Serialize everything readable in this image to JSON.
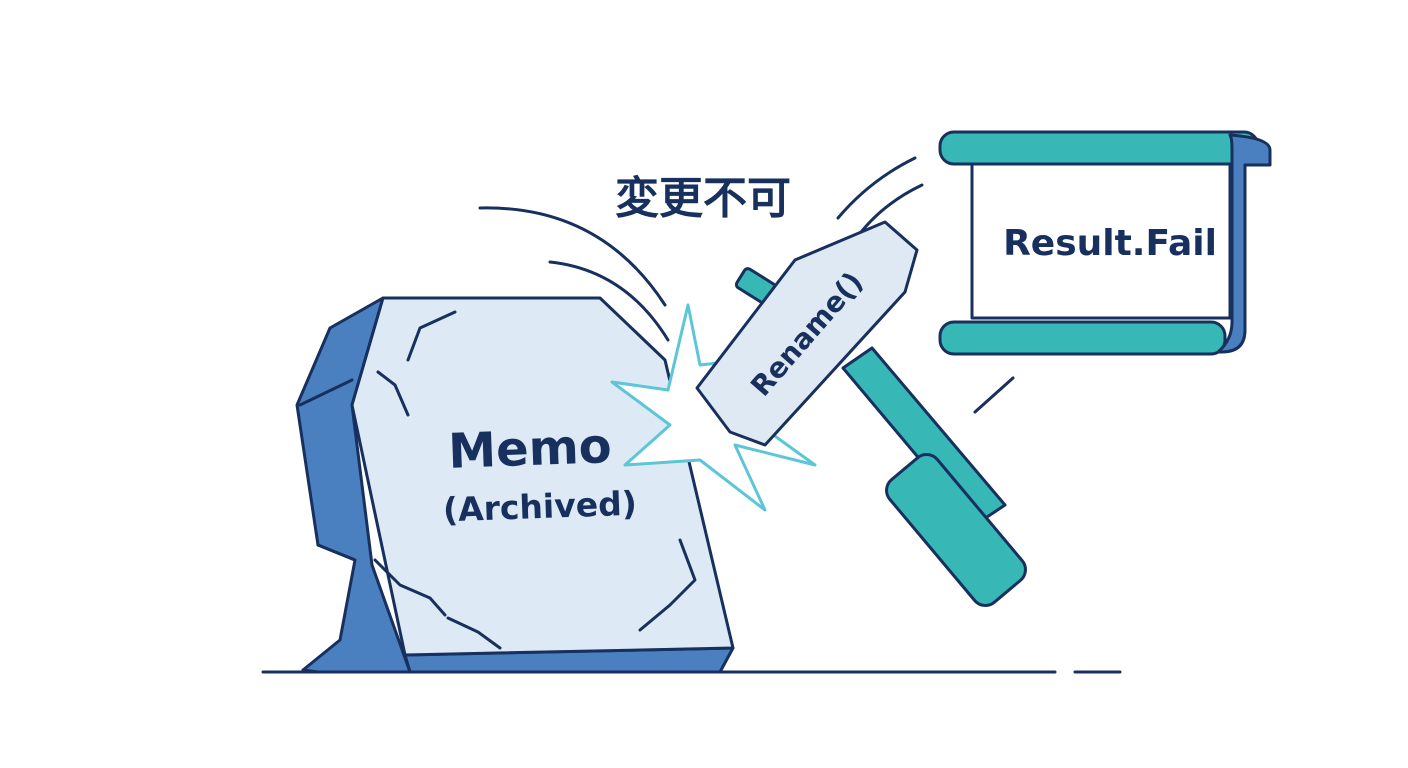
{
  "labels": {
    "block_title": "Memo",
    "block_subtitle": "(Archived)",
    "hammer_label": "Rename()",
    "banner_text": "Result.Fail",
    "caption": "変更不可"
  },
  "colors": {
    "outline": "#17305e",
    "block_face": "#dde9f5",
    "block_side": "#4a80bf",
    "hammer_handle": "#37b7b6",
    "hammer_head": "#dfe9f3",
    "banner_roll": "#37b7b6",
    "banner_curl": "#4a80bf",
    "impact_star": "#5cc6d8"
  }
}
